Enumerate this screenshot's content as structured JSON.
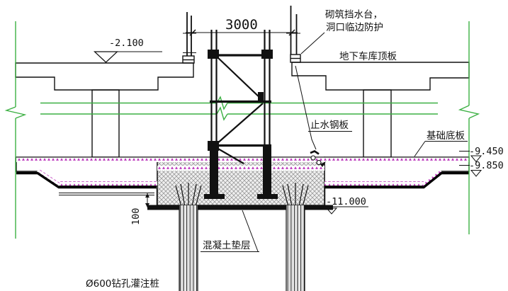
{
  "drawing": {
    "labels": {
      "curb_line1": "砌筑挡水台，",
      "curb_line2": "洞口临边防护",
      "garage_roof": "地下车库顶板",
      "waterstop": "止水钢板",
      "foundation_mat": "基础底板",
      "concrete_cushion": "混凝土垫层",
      "bored_pile": "Ø600钻孔灌注桩"
    },
    "elevations": {
      "roof_top": "-2.100",
      "mat_top": "-9.450",
      "mat_bottom": "-9.850",
      "pit_bottom": "-11.000"
    },
    "dimensions": {
      "opening_width": "3000",
      "cushion_offset": "100"
    },
    "colors": {
      "axis_green": "#3cb043",
      "waterproofing_magenta": "#b92fb9",
      "line_black": "#111111"
    }
  }
}
